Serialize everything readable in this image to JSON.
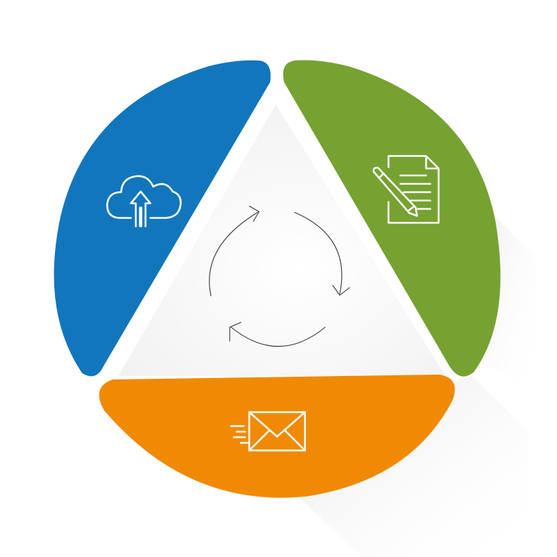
{
  "diagram": {
    "type": "cycle",
    "segments": [
      {
        "id": "upload",
        "icon": "cloud-upload-icon",
        "color": "#1276bd"
      },
      {
        "id": "write",
        "icon": "document-pencil-icon",
        "color": "#76a232"
      },
      {
        "id": "send",
        "icon": "envelope-send-icon",
        "color": "#f08a05"
      }
    ],
    "center": {
      "icon": "cycle-arrows-icon",
      "color": "#333333"
    }
  }
}
